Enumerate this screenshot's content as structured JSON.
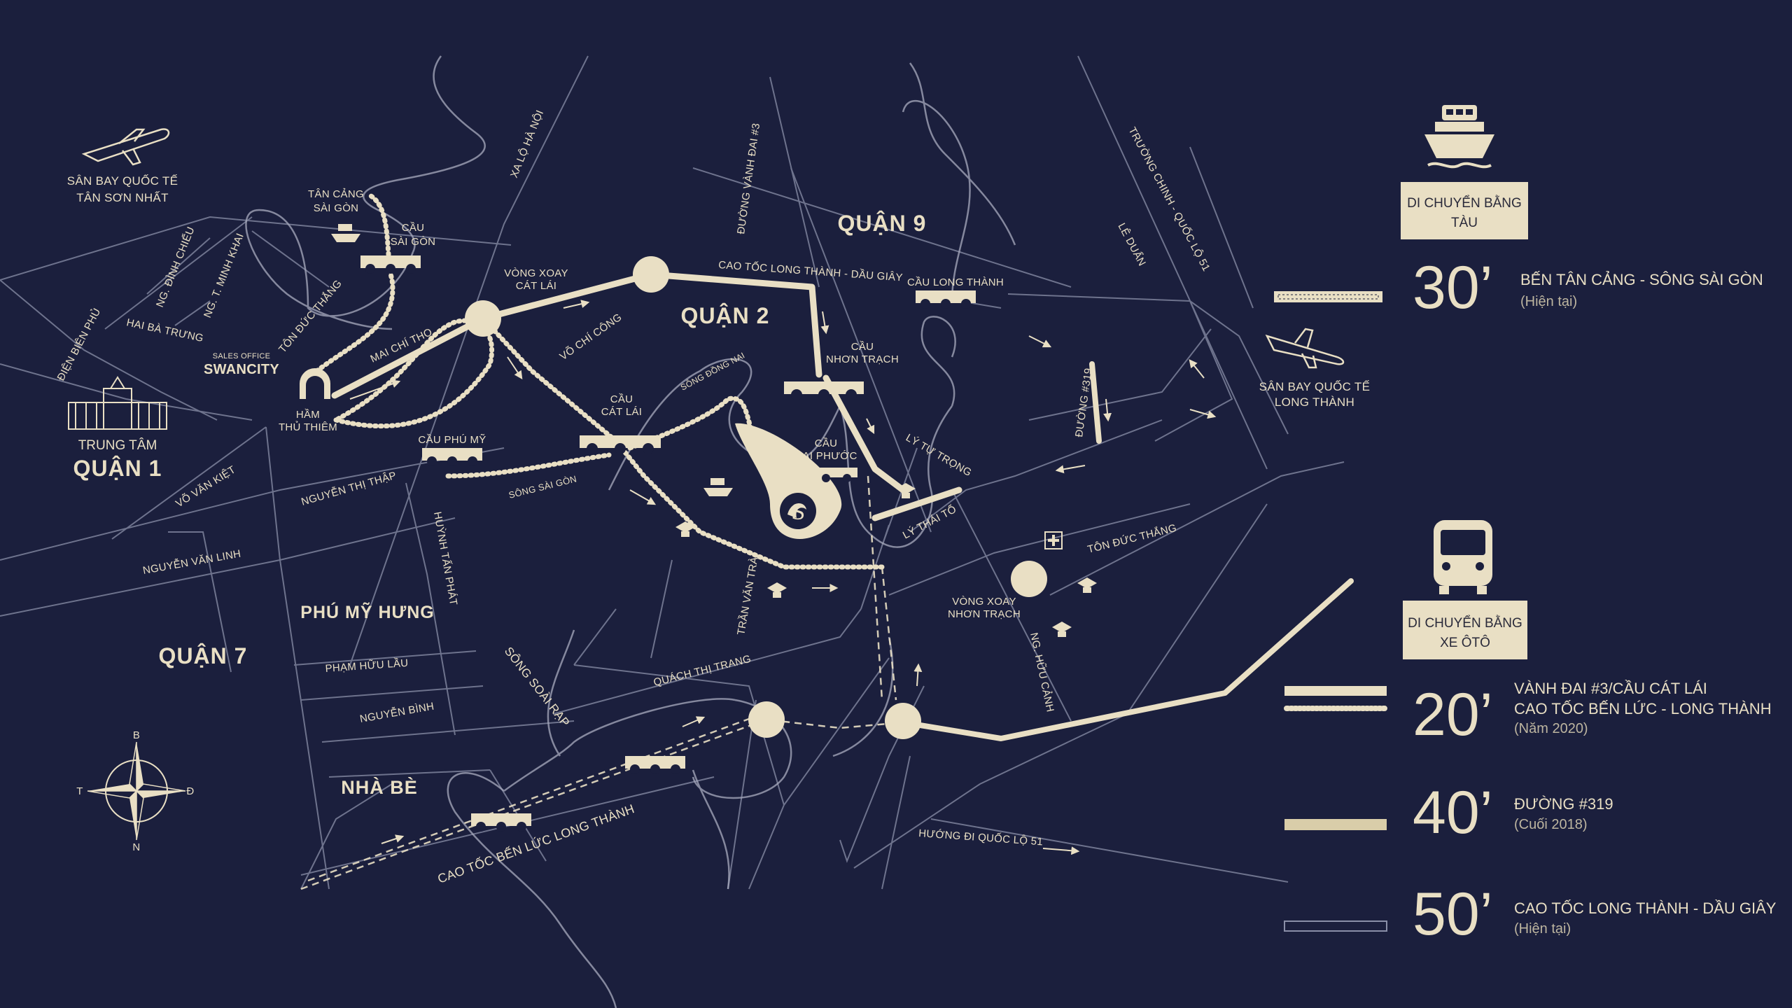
{
  "colors": {
    "background": "#1b1f3d",
    "cream": "#e9dfc4",
    "street": "#8a8fa8"
  },
  "districts": {
    "q9": "QUẬN 9",
    "q2": "QUẬN 2",
    "q7": "QUẬN 7",
    "nhabe": "NHÀ BÈ",
    "phumyhung": "PHÚ MỸ HƯNG",
    "q1_line1": "TRUNG TÂM",
    "q1_line2": "QUẬN 1"
  },
  "places": {
    "airport_tsn_1": "SÂN BAY QUỐC TẾ",
    "airport_tsn_2": "TÂN SƠN NHẤT",
    "tancang_1": "TÂN CẢNG",
    "tancang_2": "SÀI GÒN",
    "causaigon_1": "CẦU",
    "causaigon_2": "SÀI GÒN",
    "sales_1": "SALES OFFICE",
    "sales_2": "SWANCITY",
    "ham_1": "HẦM",
    "ham_2": "THỦ THIÊM",
    "vongxoay_catlai_1": "VÒNG XOAY",
    "vongxoay_catlai_2": "CÁT LÁI",
    "caucatlai_1": "CẦU",
    "caucatlai_2": "CÁT LÁI",
    "cauphumy": "CẦU PHÚ MỸ",
    "caunhontrach_1": "CẦU",
    "caunhontrach_2": "NHƠN TRẠCH",
    "caudaiphuoc_1": "CẦU",
    "caudaiphuoc_2": "ĐẠI PHƯỚC",
    "caulongthanh": "CẦU LONG THÀNH",
    "vongxoay_nt_1": "VÒNG XOAY",
    "vongxoay_nt_2": "NHƠN TRẠCH",
    "airport_lt_1": "SÂN BAY QUỐC TẾ",
    "airport_lt_2": "LONG THÀNH",
    "compass_n": "B",
    "compass_s": "N",
    "compass_w": "T",
    "compass_e": "Đ"
  },
  "streets": {
    "xalo": "XA LỘ HÀ NỘI",
    "vanhdai3": "ĐƯỜNG VÀNH ĐAI #3",
    "truongchinh": "TRƯỜNG CHINH - QUỐC LỘ 51",
    "leduan": "LÊ DUẨN",
    "caotoc_lt_dg": "CAO TỐC LONG THÀNH - DẦU GIÂY",
    "ngdinhchieu": "NG. ĐÌNH CHIỂU",
    "ngtminhkhai": "NG. T. MINH KHAI",
    "haibatrung": "HAI BÀ TRƯNG",
    "dienbienphu": "ĐIỆN BIÊN PHỦ",
    "tonducthang1": "TÔN ĐỨC THẮNG",
    "maichitho": "MAI CHÍ THỌ",
    "vochicong": "VÕ CHÍ CÔNG",
    "songdongnai": "SÔNG ĐỒNG NAI",
    "duong319": "ĐƯỜNG #319",
    "lytutrong": "LÝ TỰ TRỌNG",
    "lythaito": "LÝ THÁI TỔ",
    "vovankiet": "VÕ VĂN KIỆT",
    "nguyenthithap": "NGUYỄN THỊ THẬP",
    "songsaigon": "SÔNG SÀI GÒN",
    "nguyenvanlinh": "NGUYỄN VĂN LINH",
    "huynhtanphat": "HUỲNH TẤN PHÁT",
    "tranvantra": "TRẦN VĂN TRÀ",
    "tonducthang2": "TÔN ĐỨC THẮNG",
    "nghuucanh": "NG. HỮU CẢNH",
    "phamhuulau": "PHẠM HỮU LẦU",
    "nguyenbinh": "NGUYỄN BÌNH",
    "songsoairap": "SÔNG SOÀI RẠP",
    "quachthitrang": "QUÁCH THỊ TRANG",
    "caotoc_bl_lt": "CAO TỐC BẾN LỨC LONG THÀNH",
    "huongdi_ql51": "HƯỚNG ĐI QUỐC LỘ 51"
  },
  "legend": {
    "boat_box_1": "DI CHUYỂN BẰNG",
    "boat_box_2": "TÀU",
    "boat_time": "30’",
    "boat_desc": "BẾN TÂN CẢNG - SÔNG SÀI GÒN",
    "boat_note": "(Hiện tại)",
    "car_box_1": "DI CHUYỂN BẰNG",
    "car_box_2": "XE ÔTÔ",
    "t20": "20’",
    "t20_desc1": "VÀNH ĐAI #3/CẦU CÁT LÁI",
    "t20_desc2": "CAO TỐC BẾN LỨC - LONG THÀNH",
    "t20_note": "(Năm 2020)",
    "t40": "40’",
    "t40_desc": "ĐƯỜNG #319",
    "t40_note": "(Cuối 2018)",
    "t50": "50’",
    "t50_desc": "CAO TỐC LONG THÀNH - DẦU GIÂY",
    "t50_note": "(Hiện tại)"
  }
}
